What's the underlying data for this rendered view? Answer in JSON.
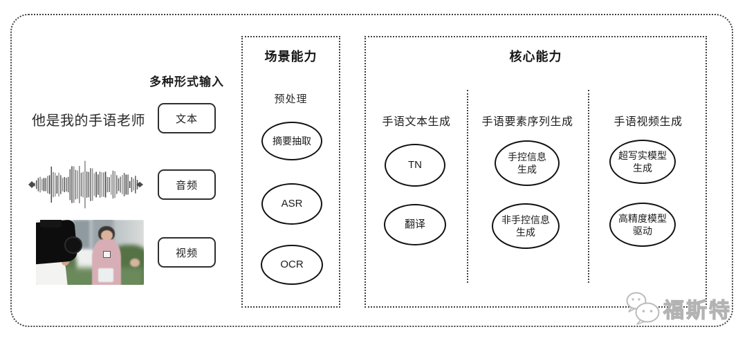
{
  "colors": {
    "background": "#ffffff",
    "dotted_border": "#3f3f3f",
    "node_border": "#111111",
    "text": "#222222",
    "watermark_gray": "#b3b3b3"
  },
  "input_section": {
    "title": "多种形式输入",
    "sample_text": "他是我的手语老师",
    "boxes": [
      {
        "label": "文本"
      },
      {
        "label": "音频"
      },
      {
        "label": "视频"
      }
    ]
  },
  "scene_section": {
    "title": "场景能力",
    "subtitle": "预处理",
    "nodes": [
      "摘要抽取",
      "ASR",
      "OCR"
    ]
  },
  "core_section": {
    "title": "核心能力",
    "columns": [
      {
        "header": "手语文本生成",
        "nodes": [
          {
            "line1": "TN"
          },
          {
            "line1": "翻译"
          }
        ]
      },
      {
        "header": "手语要素序列生成",
        "nodes": [
          {
            "line1": "手控信息",
            "line2": "生成"
          },
          {
            "line1": "非手控信息",
            "line2": "生成"
          }
        ]
      },
      {
        "header": "手语视频生成",
        "nodes": [
          {
            "line1": "超写实模型",
            "line2": "生成"
          },
          {
            "line1": "高精度模型",
            "line2": "驱动"
          }
        ]
      }
    ]
  },
  "watermark": {
    "text": "福斯特",
    "logo": "wechat-logo"
  }
}
